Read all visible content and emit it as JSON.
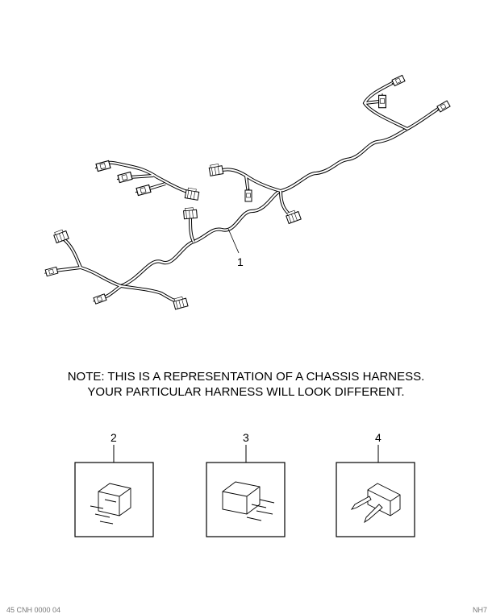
{
  "callouts": {
    "harness": "1",
    "part_a": "2",
    "part_b": "3",
    "part_c": "4"
  },
  "note": {
    "line1": "NOTE: THIS IS A REPRESENTATION OF A CHASSIS HARNESS.",
    "line2": "YOUR PARTICULAR HARNESS WILL LOOK DIFFERENT."
  },
  "footer": {
    "left": "45 CNH 0000 04",
    "right": "NH7"
  }
}
